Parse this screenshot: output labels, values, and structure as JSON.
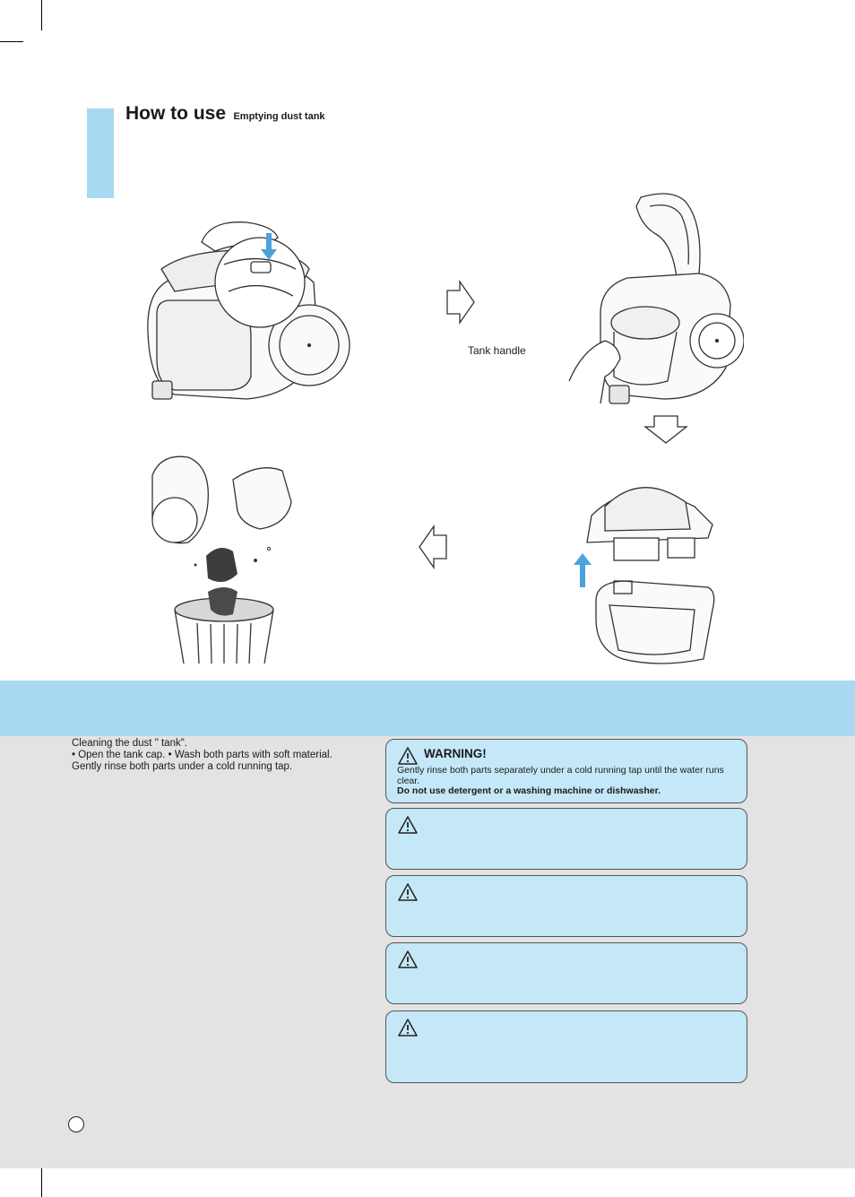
{
  "header": {
    "title": "How to use",
    "subtitle": "Emptying dust tank"
  },
  "illustrations": {
    "tank_handle_label": "Tank handle"
  },
  "instructions": {
    "line1": "Cleaning the dust \" tank\".",
    "line2": "• Open the tank cap.  • Wash both parts with soft material.",
    "line3": "Gently rinse both parts under a cold running tap."
  },
  "warning": {
    "heading": "WARNING!",
    "text": "Gently rinse both parts separately under a cold running tap until the water runs clear.",
    "bold_text": "Do not use detergent or a washing machine or dishwasher."
  },
  "colors": {
    "accent_blue": "#a8d8f2",
    "box_blue": "#c4e8f8",
    "arrow_blue": "#4aa3dd",
    "gray_panel": "#e3e3e3"
  }
}
